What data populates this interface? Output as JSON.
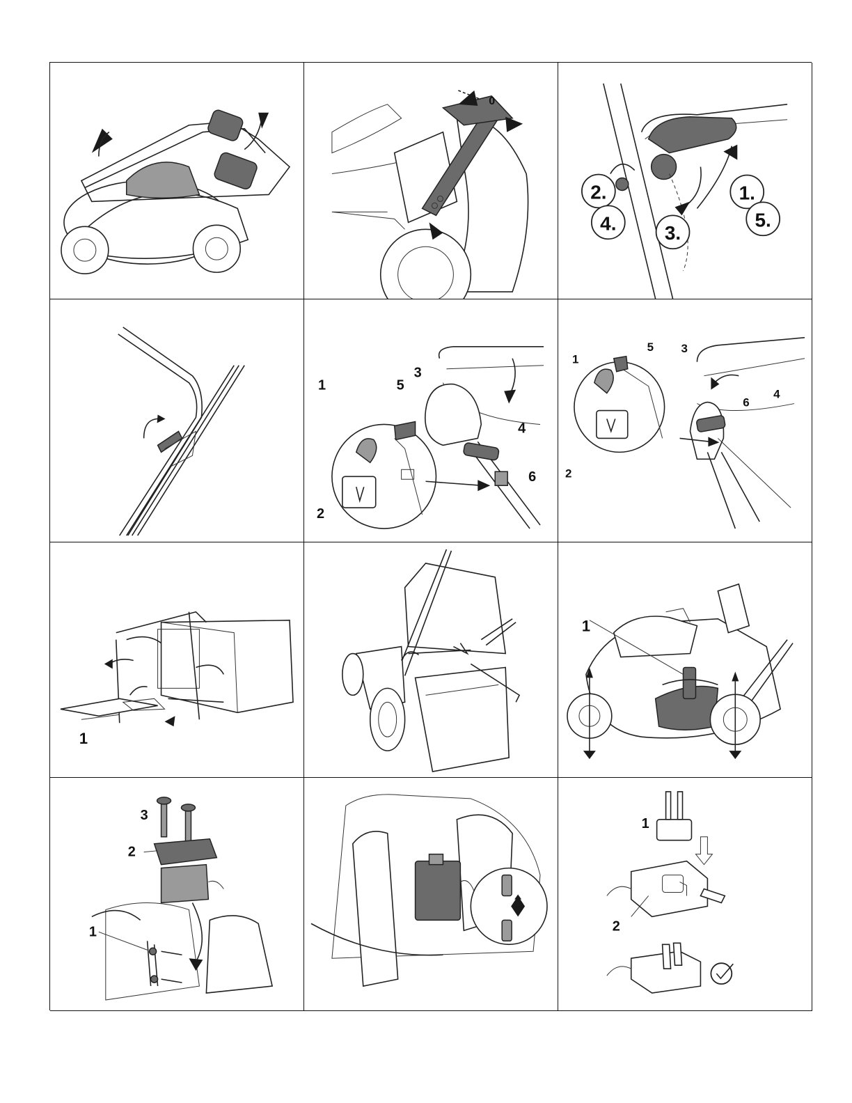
{
  "panels": [
    {
      "id": "fold-handle",
      "labels": []
    },
    {
      "id": "handle-height",
      "labels": [
        "0"
      ]
    },
    {
      "id": "knob-steps",
      "labels": [
        "1.",
        "2.",
        "3.",
        "4.",
        "5."
      ]
    },
    {
      "id": "cable-clip",
      "labels": []
    },
    {
      "id": "starter-rope-left",
      "labels": [
        "1",
        "2",
        "3",
        "4",
        "5",
        "6"
      ]
    },
    {
      "id": "starter-rope-right",
      "labels": [
        "1",
        "2",
        "3",
        "4",
        "5",
        "6"
      ]
    },
    {
      "id": "grass-bag",
      "labels": [
        "1"
      ]
    },
    {
      "id": "attach-bag",
      "labels": []
    },
    {
      "id": "cut-height",
      "labels": [
        "1"
      ]
    },
    {
      "id": "battery-mount",
      "labels": [
        "1",
        "2",
        "3"
      ]
    },
    {
      "id": "battery-connector",
      "labels": []
    },
    {
      "id": "charger-plug",
      "labels": [
        "1",
        "2"
      ]
    }
  ],
  "colors": {
    "border": "#111111",
    "part_dark": "#6b6b6b",
    "part_mid": "#9a9a9a",
    "background": "#ffffff"
  }
}
